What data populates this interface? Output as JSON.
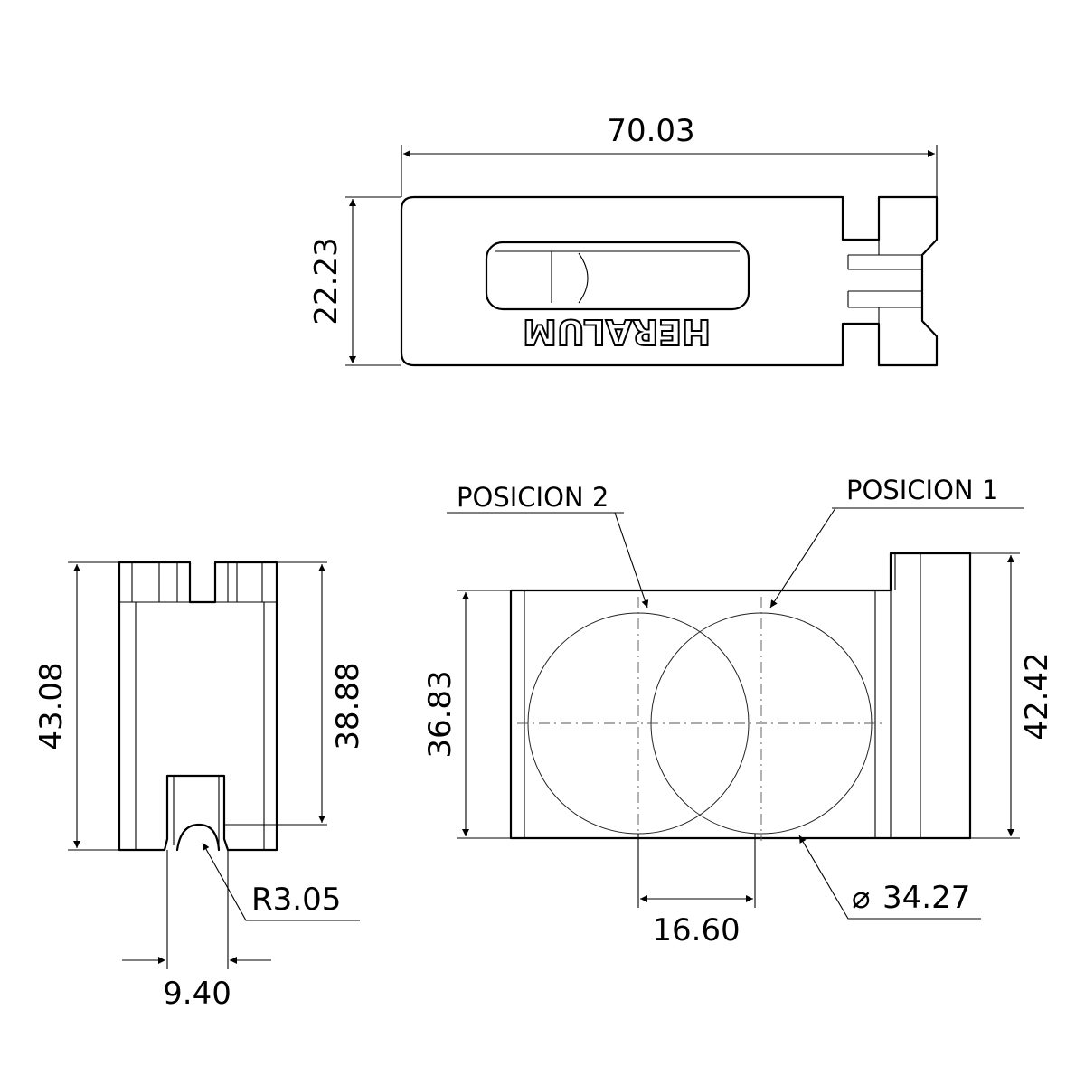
{
  "dimensions": {
    "top_width": "70.03",
    "top_height": "22.23",
    "side_height_overall": "43.08",
    "side_height_inner": "38.88",
    "side_radius": "R3.05",
    "side_slot_width": "9.40",
    "front_height_left": "36.83",
    "front_height_right": "42.42",
    "front_offset": "16.60",
    "front_diameter": "34.27"
  },
  "symbols": {
    "diameter": "⌀"
  },
  "labels": {
    "position_2": "POSICION 2",
    "position_1": "POSICION 1"
  },
  "emboss_text": "HERALUM"
}
